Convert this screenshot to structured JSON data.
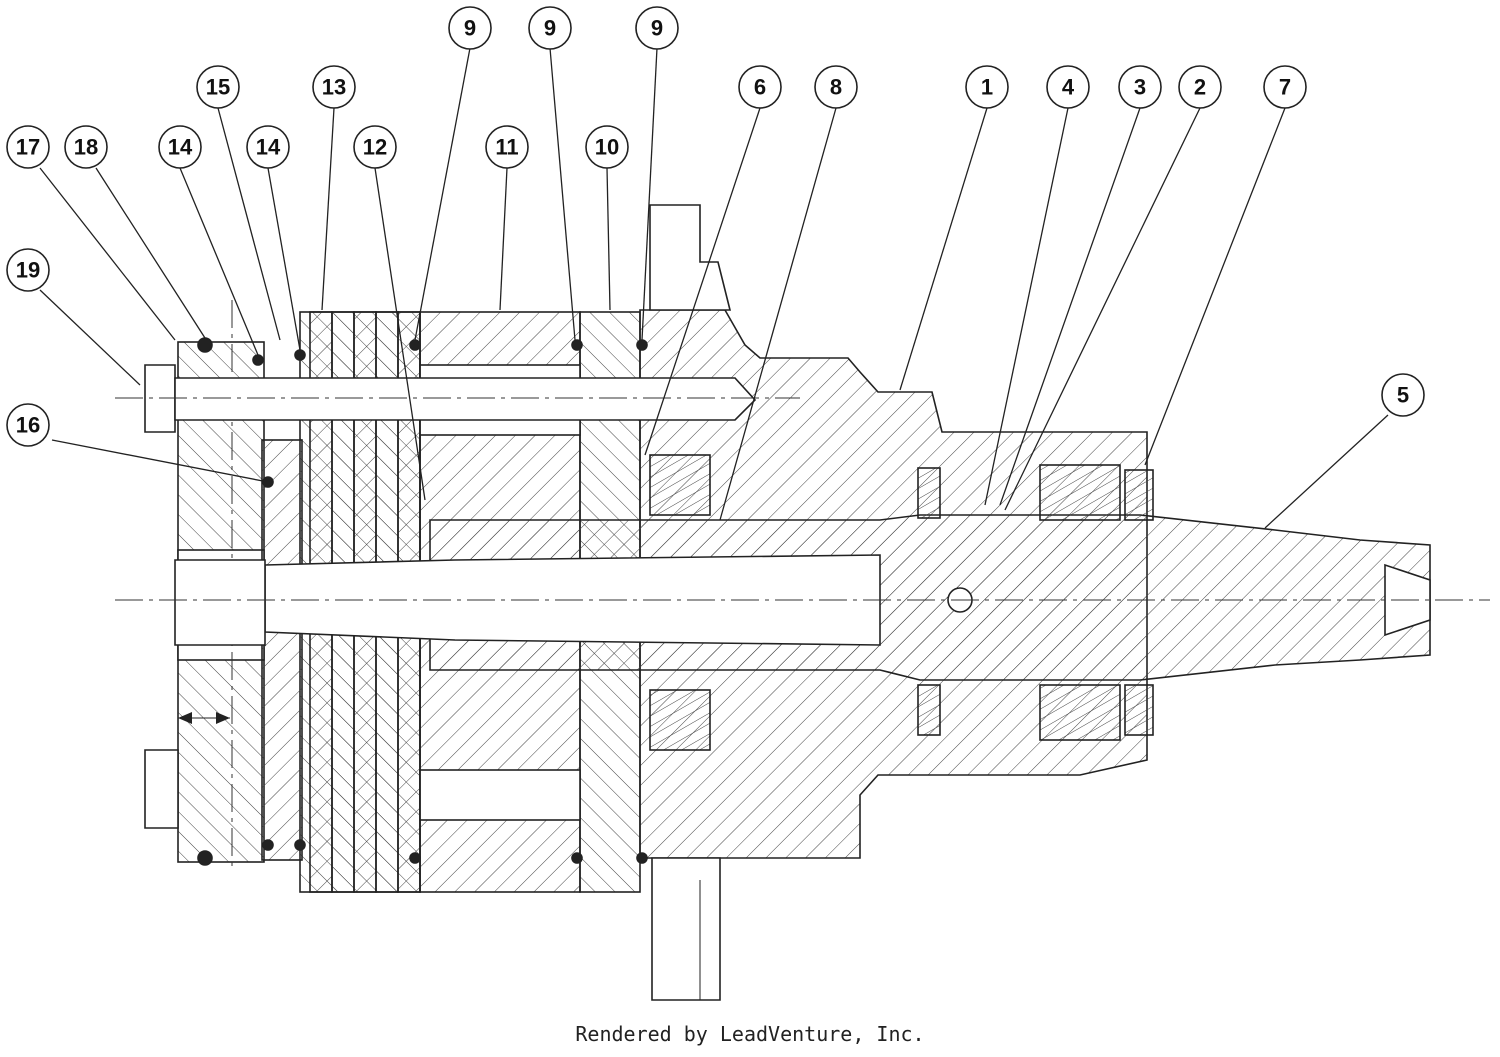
{
  "callouts": [
    {
      "label": "9"
    },
    {
      "label": "9"
    },
    {
      "label": "9"
    },
    {
      "label": "15"
    },
    {
      "label": "13"
    },
    {
      "label": "6"
    },
    {
      "label": "8"
    },
    {
      "label": "1"
    },
    {
      "label": "4"
    },
    {
      "label": "3"
    },
    {
      "label": "2"
    },
    {
      "label": "7"
    },
    {
      "label": "17"
    },
    {
      "label": "18"
    },
    {
      "label": "14"
    },
    {
      "label": "14"
    },
    {
      "label": "12"
    },
    {
      "label": "11"
    },
    {
      "label": "10"
    },
    {
      "label": "19"
    },
    {
      "label": "5"
    },
    {
      "label": "16"
    }
  ],
  "footer": {
    "text": "Rendered by LeadVenture, Inc."
  },
  "colors": {
    "line": "#222222",
    "hatch": "#444444",
    "background": "#ffffff"
  }
}
